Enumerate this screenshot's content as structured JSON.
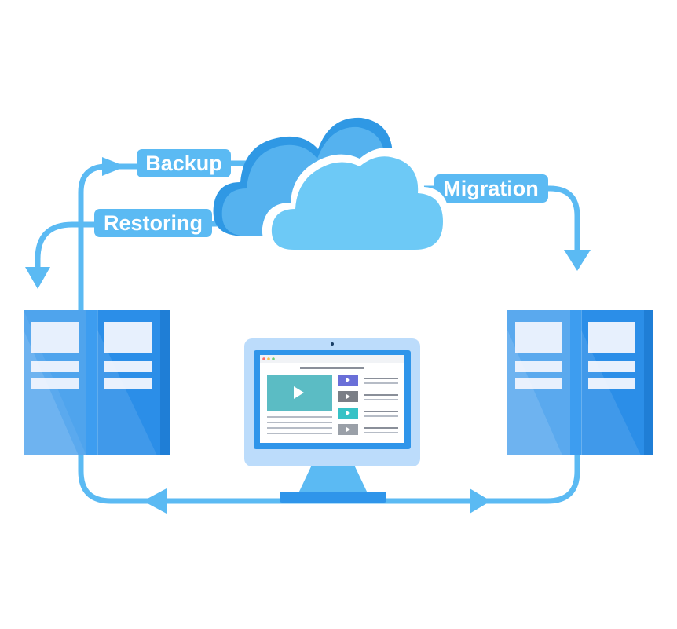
{
  "labels": {
    "backup": "Backup",
    "restoring": "Restoring",
    "migration": "Migration"
  },
  "colors": {
    "flow_line": "#5bbaf3",
    "label_bg": "#5bbaf3",
    "server_light": "#5aa9ee",
    "server_dark": "#2b8ee8",
    "cloud_front": "#6dc9f6",
    "cloud_back": "#55b2ef",
    "monitor_frame": "#bcdcfb",
    "monitor_bezel": "#2f95ea"
  },
  "icons": {
    "left_server": "server-icon",
    "right_server": "server-icon",
    "cloud": "cloud-icon",
    "monitor": "monitor-icon",
    "play": "play-icon"
  }
}
